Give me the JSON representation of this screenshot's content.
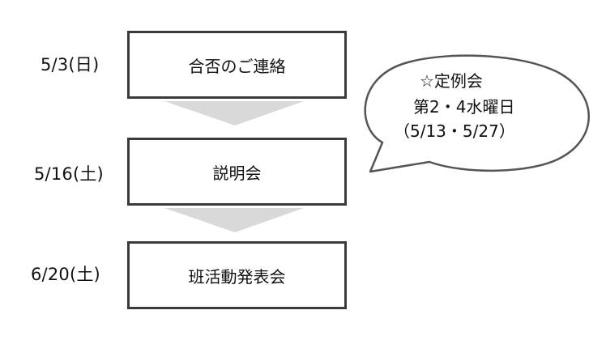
{
  "steps": [
    {
      "date": "5/3(日)",
      "label": "合否のご連絡"
    },
    {
      "date": "5/16(土)",
      "label": "説明会"
    },
    {
      "date": "6/20(土)",
      "label": "班活動発表会"
    }
  ],
  "note": {
    "title": "☆定例会",
    "line1": "第2・4水曜日",
    "line2": "（5/13・5/27）"
  },
  "colors": {
    "box_border": "#3a3a3a",
    "arrow": "#d9d9d9",
    "bubble_border": "#555555"
  }
}
